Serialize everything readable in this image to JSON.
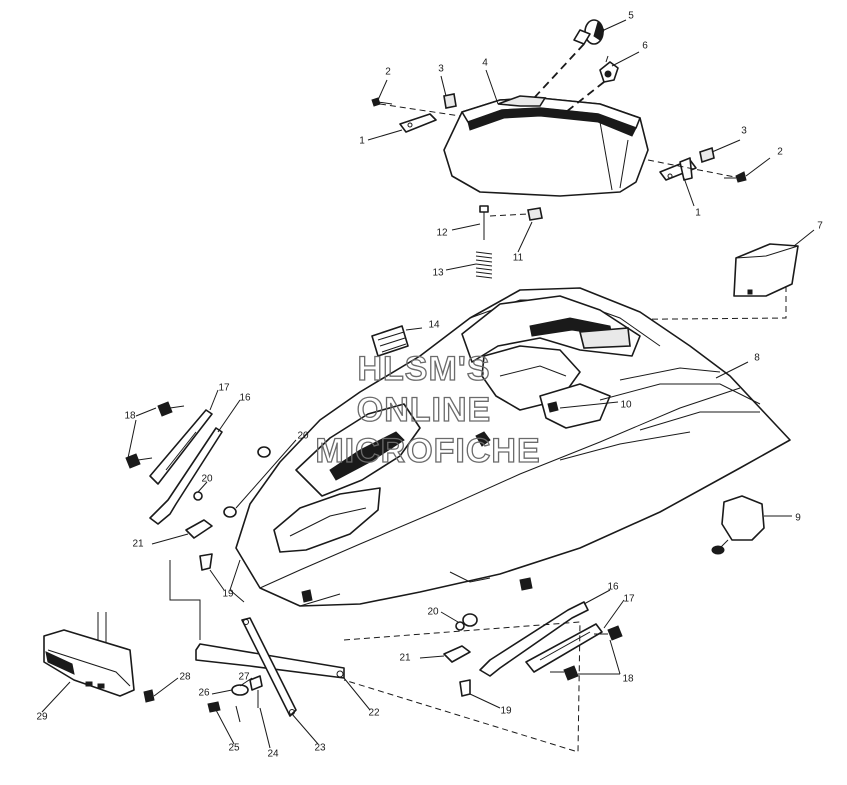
{
  "watermark": {
    "lines": [
      "HLSM'S",
      "ONLINE",
      "MICROFICHE"
    ]
  },
  "callouts": [
    {
      "id": "c1a",
      "label": "1"
    },
    {
      "id": "c2a",
      "label": "2"
    },
    {
      "id": "c3a",
      "label": "3"
    },
    {
      "id": "c4",
      "label": "4"
    },
    {
      "id": "c5",
      "label": "5"
    },
    {
      "id": "c6",
      "label": "6"
    },
    {
      "id": "c3b",
      "label": "3"
    },
    {
      "id": "c2b",
      "label": "2"
    },
    {
      "id": "c1b",
      "label": "1"
    },
    {
      "id": "c7",
      "label": "7"
    },
    {
      "id": "c12",
      "label": "12"
    },
    {
      "id": "c11",
      "label": "11"
    },
    {
      "id": "c13",
      "label": "13"
    },
    {
      "id": "c14",
      "label": "14"
    },
    {
      "id": "c8",
      "label": "8"
    },
    {
      "id": "c10",
      "label": "10"
    },
    {
      "id": "c17a",
      "label": "17"
    },
    {
      "id": "c16a",
      "label": "16"
    },
    {
      "id": "c18a",
      "label": "18"
    },
    {
      "id": "c20a",
      "label": "20"
    },
    {
      "id": "c20b",
      "label": "20"
    },
    {
      "id": "c21a",
      "label": "21"
    },
    {
      "id": "c19a",
      "label": "19"
    },
    {
      "id": "c9",
      "label": "9"
    },
    {
      "id": "c16b",
      "label": "16"
    },
    {
      "id": "c17b",
      "label": "17"
    },
    {
      "id": "c20c",
      "label": "20"
    },
    {
      "id": "c21b",
      "label": "21"
    },
    {
      "id": "c18b",
      "label": "18"
    },
    {
      "id": "c19b",
      "label": "19"
    },
    {
      "id": "c28",
      "label": "28"
    },
    {
      "id": "c27",
      "label": "27"
    },
    {
      "id": "c26",
      "label": "26"
    },
    {
      "id": "c29",
      "label": "29"
    },
    {
      "id": "c22",
      "label": "22"
    },
    {
      "id": "c25",
      "label": "25"
    },
    {
      "id": "c24",
      "label": "24"
    },
    {
      "id": "c23",
      "label": "23"
    }
  ]
}
